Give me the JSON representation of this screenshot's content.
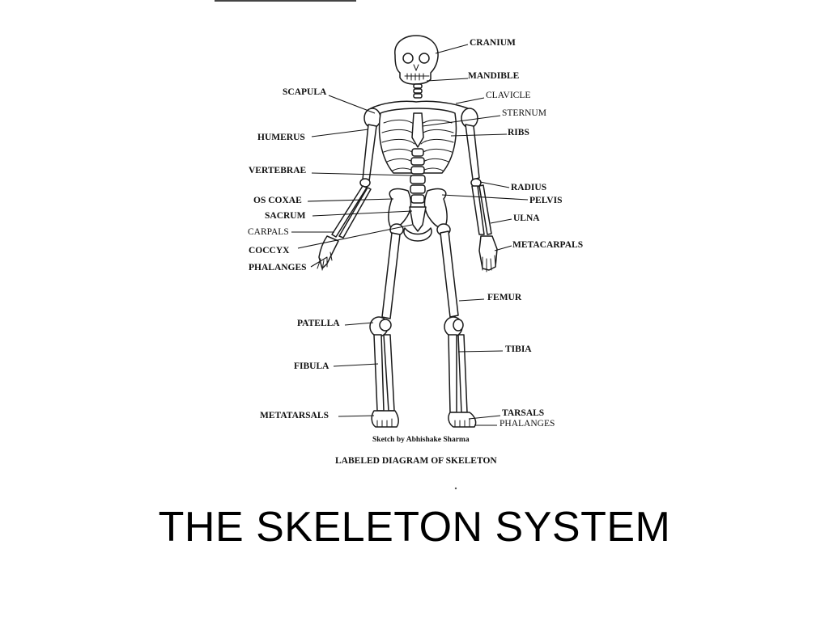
{
  "slide": {
    "title": "THE SKELETON SYSTEM"
  },
  "diagram": {
    "caption": "LABELED DIAGRAM OF SKELETON",
    "credit": "Sketch by Abhishake Sharma",
    "labels": {
      "cranium": "CRANIUM",
      "mandible": "MANDIBLE",
      "clavicle": "CLAVICLE",
      "sternum": "STERNUM",
      "ribs": "RIBS",
      "scapula": "SCAPULA",
      "humerus": "HUMERUS",
      "vertebrae": "VERTEBRAE",
      "radius": "RADIUS",
      "os_coxae": "OS COXAE",
      "pelvis": "PELVIS",
      "sacrum": "SACRUM",
      "ulna": "ULNA",
      "carpals": "CARPALS",
      "coccyx": "COCCYX",
      "metacarpals": "METACARPALS",
      "phalanges_hand": "PHALANGES",
      "femur": "FEMUR",
      "patella": "PATELLA",
      "tibia": "TIBIA",
      "fibula": "FIBULA",
      "metatarsals": "METATARSALS",
      "tarsals": "TARSALS",
      "phalanges_foot": "PHALANGES"
    }
  }
}
